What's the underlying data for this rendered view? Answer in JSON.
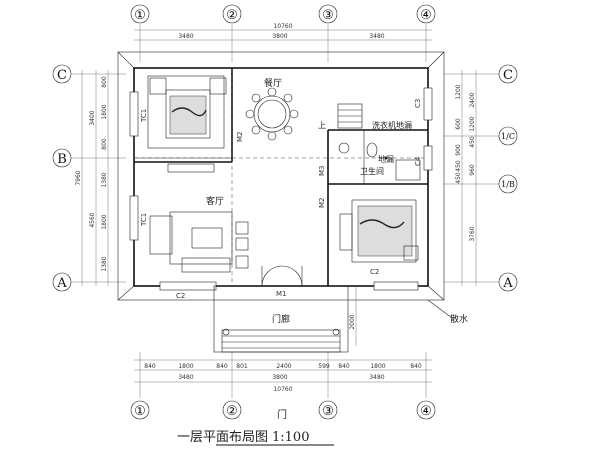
{
  "title": "一层平面布局图",
  "scale": "1:100",
  "axes": {
    "columns": [
      "①",
      "②",
      "③",
      "④"
    ],
    "rows_right": [
      "C",
      "1/C",
      "1/B",
      "A"
    ],
    "rows_left": [
      "C",
      "B",
      "A"
    ]
  },
  "dimensions": {
    "top_total": "10760",
    "top_segments": [
      "3480",
      "3800",
      "3480"
    ],
    "bottom_detail": [
      "840",
      "1800",
      "840",
      "801",
      "2400",
      "599",
      "840",
      "1800",
      "840"
    ],
    "bottom_segments": [
      "3480",
      "3800",
      "3480"
    ],
    "bottom_total": "10760",
    "left_total": "7960",
    "left_inner": [
      "3400",
      "4560"
    ],
    "left_detail": [
      "800",
      "1800",
      "800",
      "1380",
      "1800",
      "1380"
    ],
    "right_inner": [
      "2400",
      "1200",
      "450",
      "960",
      "3760"
    ],
    "right_detail": [
      "1200",
      "600",
      "900",
      "450",
      "450"
    ],
    "porch_depth": "2000"
  },
  "rooms": {
    "dining": "餐厅",
    "living": "客厅",
    "bathroom": "卫生间",
    "laundry": "洗衣机地漏",
    "floor_drain": "地漏",
    "porch": "门廊",
    "gate": "门",
    "drainage": "散水"
  },
  "doors": {
    "m1": "M1",
    "m2_a": "M2",
    "m2_b": "M2",
    "m3": "M3"
  },
  "windows": {
    "tc1_a": "TC1",
    "tc1_b": "TC1",
    "c2_a": "C2",
    "c2_b": "C2",
    "c3": "C3",
    "c4": "C4"
  },
  "stair_mark": "上"
}
